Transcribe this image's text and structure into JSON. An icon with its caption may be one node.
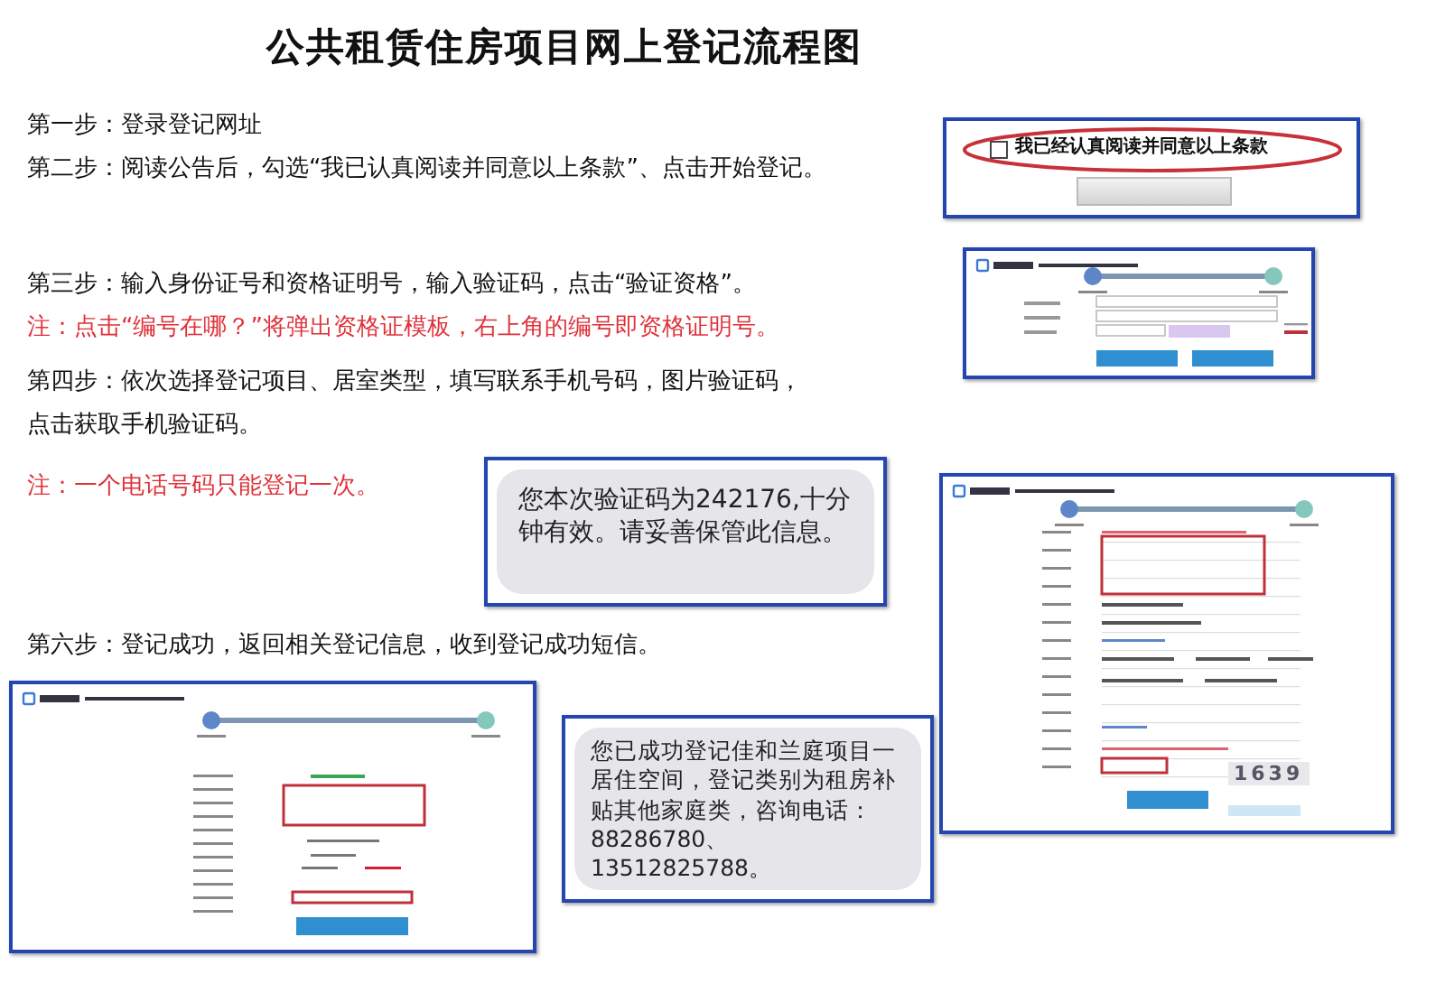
{
  "diagram": {
    "title": "公共租赁住房项目网上登记流程图",
    "nodes": [
      {
        "text": [
          "我已经认真阅读并同意以上条款"
        ]
      },
      {
        "text": [],
        "shape": "picture"
      },
      {
        "text": [
          "您本次验证码为242176,十分钟有效。请妥善保管此信息。"
        ]
      },
      {
        "text": [
          "1639"
        ]
      },
      {
        "text": [],
        "shape": "picture"
      },
      {
        "text": [
          "您已成功登记佳和兰庭项目一居住空间，登记类别为租房补贴其他家庭类，咨询电话：88286780、13512825788。"
        ]
      }
    ],
    "labels": [
      "第一步：登录登记网址",
      "第二步：阅读公告后，勾选“我已认真阅读并同意以上条款”、点击开始登记。",
      "第三步：输入身份证号和资格证明号，输入验证码，点击“验证资格”。",
      "注：点击“编号在哪？”将弹出资格证模板，右上角的编号即资格证明号。",
      "第四步：依次选择登记项目、居室类型，填写联系手机号码，图片验证码，点击获取手机验证码。",
      "注：一个电话号码只能登记一次。",
      "第六步：登记成功，返回相关登记信息，收到登记成功短信。"
    ]
  }
}
